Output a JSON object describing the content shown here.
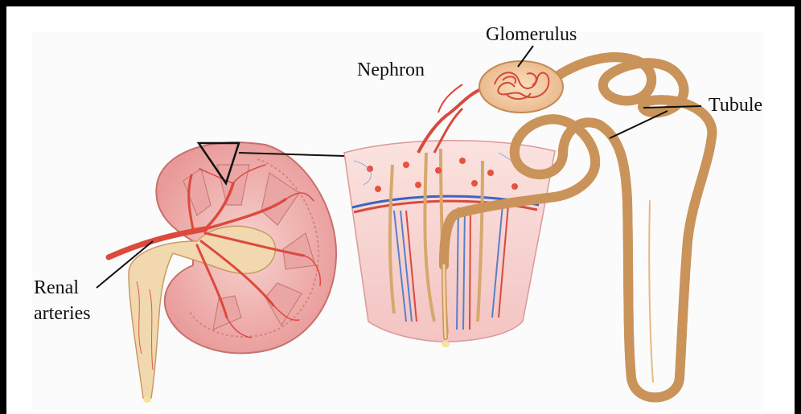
{
  "labels": {
    "glomerulus": "Glomerulus",
    "nephron": "Nephron",
    "tubule": "Tubule",
    "renal_line1": "Renal",
    "renal_line2": "arteries"
  },
  "colors": {
    "frame": "#000000",
    "tissue": "#f4bcbc",
    "artery": "#e0453a",
    "vein": "#5a7fc8",
    "tubule": "#f1cf9c",
    "tubule_edge": "#c9935a"
  }
}
